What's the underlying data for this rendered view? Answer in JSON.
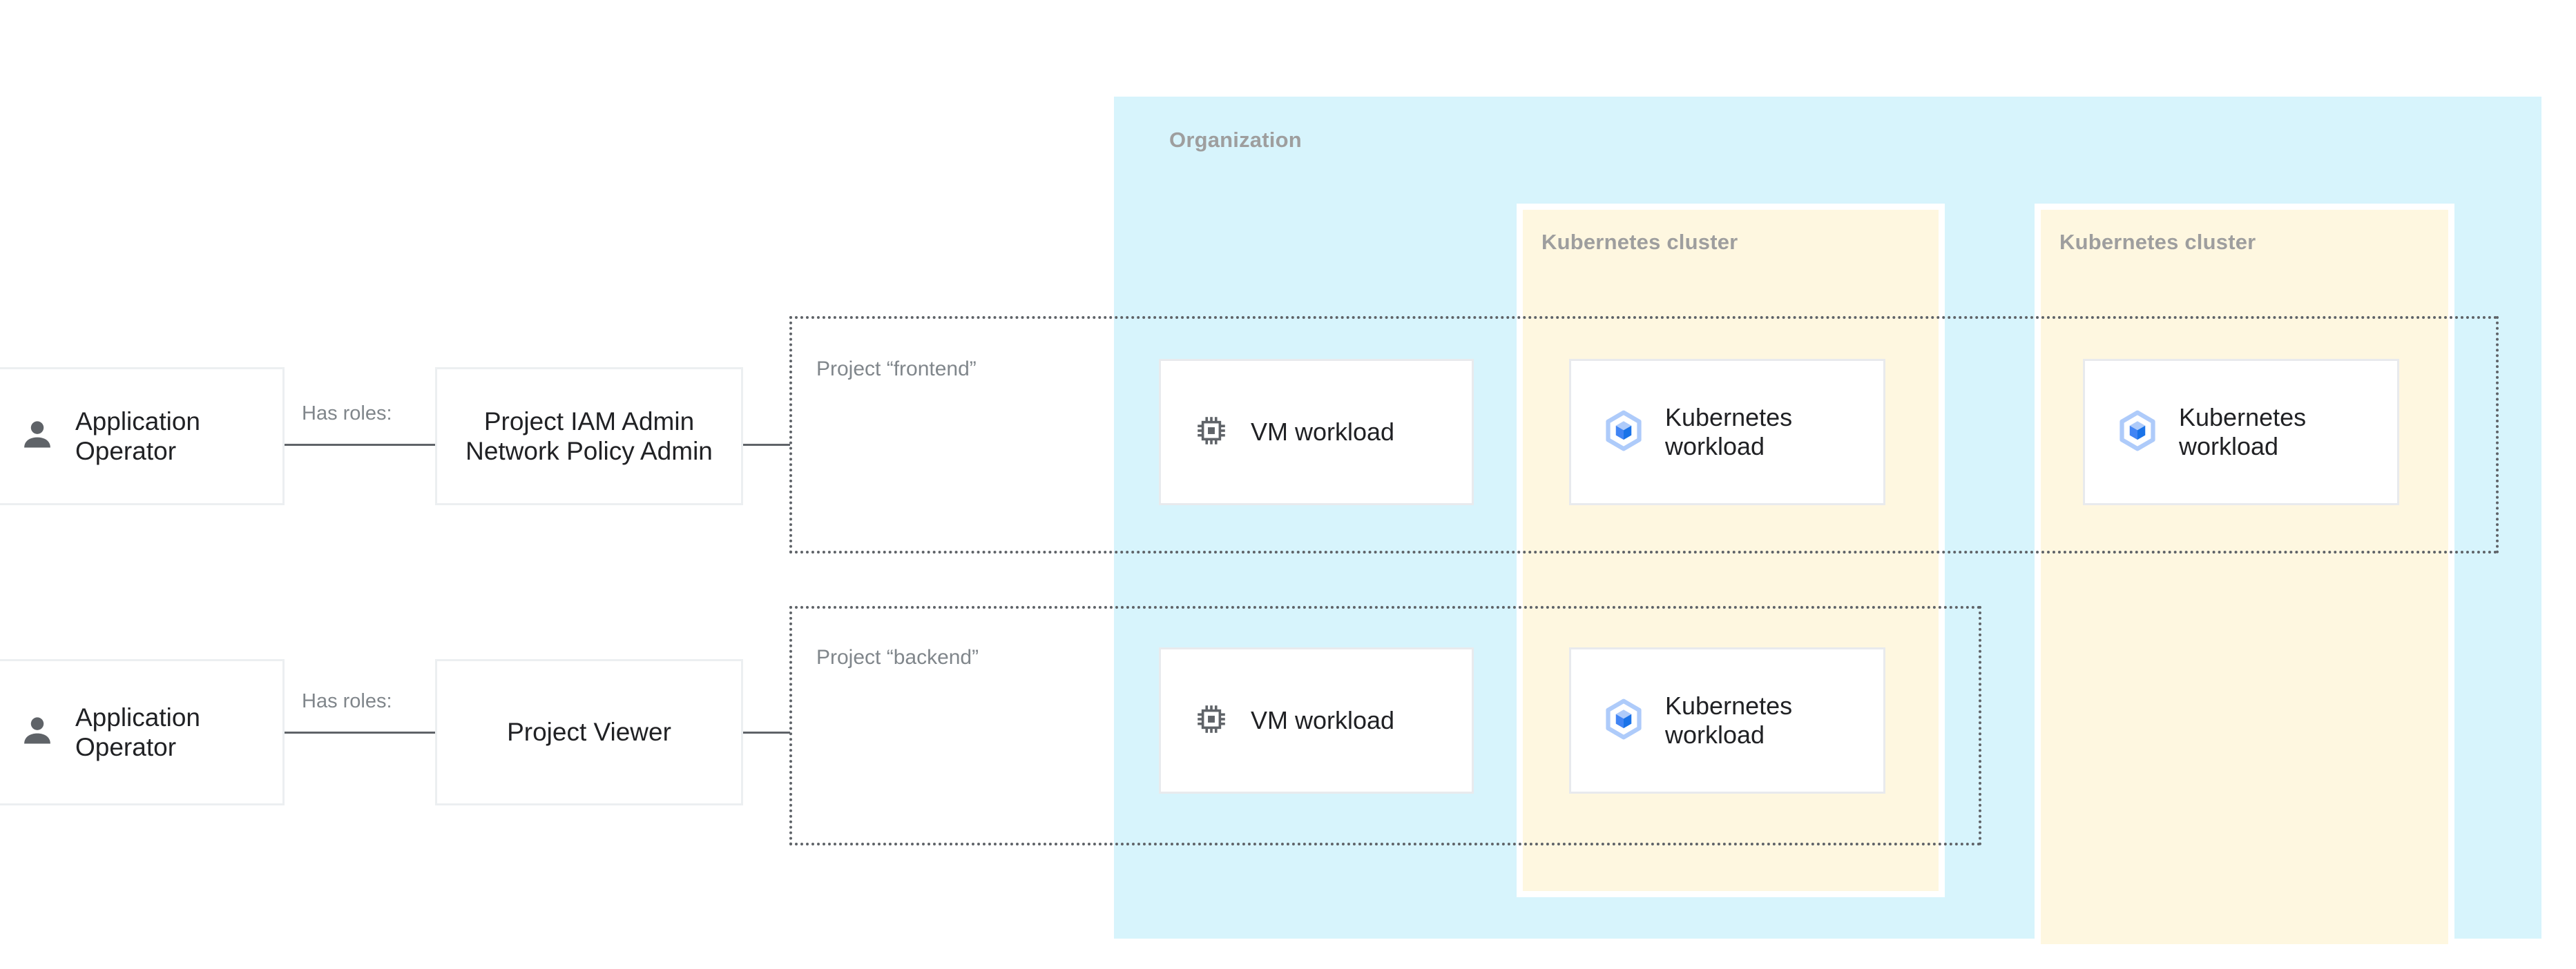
{
  "organization": {
    "label": "Organization",
    "bg_color": "#D7F4FC"
  },
  "clusters": [
    {
      "label": "Kubernetes cluster",
      "bg_color": "#FEF7E0"
    },
    {
      "label": "Kubernetes cluster",
      "bg_color": "#FEF7E0"
    }
  ],
  "projects": [
    {
      "label": "Project “frontend”"
    },
    {
      "label": "Project “backend”"
    }
  ],
  "actors": [
    {
      "label": "Application Operator",
      "icon": "person-icon"
    },
    {
      "label": "Application Operator",
      "icon": "person-icon"
    }
  ],
  "relations": [
    {
      "label": "Has roles:"
    },
    {
      "label": "Has roles:"
    }
  ],
  "roles": [
    {
      "label": "Project IAM Admin Network Policy Admin"
    },
    {
      "label": "Project Viewer"
    }
  ],
  "workloads": {
    "vm_frontend": {
      "label": "VM workload",
      "icon": "cpu-chip-icon"
    },
    "vm_backend": {
      "label": "VM workload",
      "icon": "cpu-chip-icon"
    },
    "k8s_frontend_cluster1": {
      "label": "Kubernetes workload",
      "icon": "kubernetes-cube-icon"
    },
    "k8s_frontend_cluster2": {
      "label": "Kubernetes workload",
      "icon": "kubernetes-cube-icon"
    },
    "k8s_backend_cluster1": {
      "label": "Kubernetes workload",
      "icon": "kubernetes-cube-icon"
    }
  },
  "colors": {
    "organization_fill": "#D7F4FC",
    "cluster_fill": "#FEF7E0",
    "card_border": "#E8EAED",
    "text_primary": "#202124",
    "text_muted": "#80868B",
    "label_gray": "#9E9E9E",
    "connector": "#5F6368",
    "kubernetes_blue": "#4285F4",
    "kubernetes_light_blue": "#AECBFA"
  }
}
